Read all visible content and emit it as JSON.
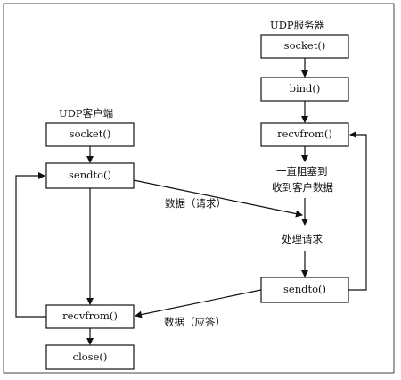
{
  "client": {
    "title": "UDP客户端",
    "socket": "socket()",
    "sendto": "sendto()",
    "recvfrom": "recvfrom()",
    "close": "close()"
  },
  "server": {
    "title": "UDP服务器",
    "socket": "socket()",
    "bind": "bind()",
    "recvfrom": "recvfrom()",
    "block_line1": "一直阻塞到",
    "block_line2": "收到客户数据",
    "process": "处理请求",
    "sendto": "sendto()"
  },
  "messages": {
    "request": "数据（请求）",
    "response": "数据（应答）"
  }
}
